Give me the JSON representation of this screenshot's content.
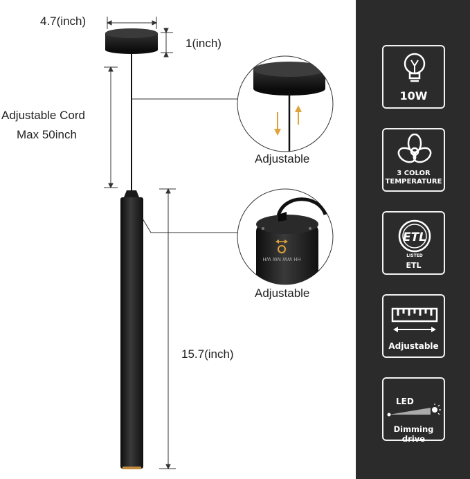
{
  "dimensions": {
    "canopy_width": "4.7(inch)",
    "canopy_height": "1(inch)",
    "cord_line1": "Adjustable Cord",
    "cord_line2": "Max 50inch",
    "tube_length": "15.7(inch)"
  },
  "callouts": [
    {
      "caption": "Adjustable"
    },
    {
      "caption": "Adjustable"
    }
  ],
  "dial_marks": "HH WW NW WH",
  "features": [
    {
      "icon": "bulb-icon",
      "label": "10W"
    },
    {
      "icon": "color-temperature-icon",
      "label_line1": "3 COLOR",
      "label_line2": "TEMPERATURE"
    },
    {
      "icon": "etl-listed-icon",
      "label": "ETL",
      "seal_text": "ETL",
      "seal_sub": "LISTED"
    },
    {
      "icon": "ruler-icon",
      "label": "Adjustable"
    },
    {
      "icon": "led-dimming-icon",
      "label": "Dimming drive",
      "sub": "LED"
    }
  ],
  "colors": {
    "sidebar": "#2b2b2b",
    "fixture": "#1c1c1c",
    "arrow": "#e0a23a"
  }
}
